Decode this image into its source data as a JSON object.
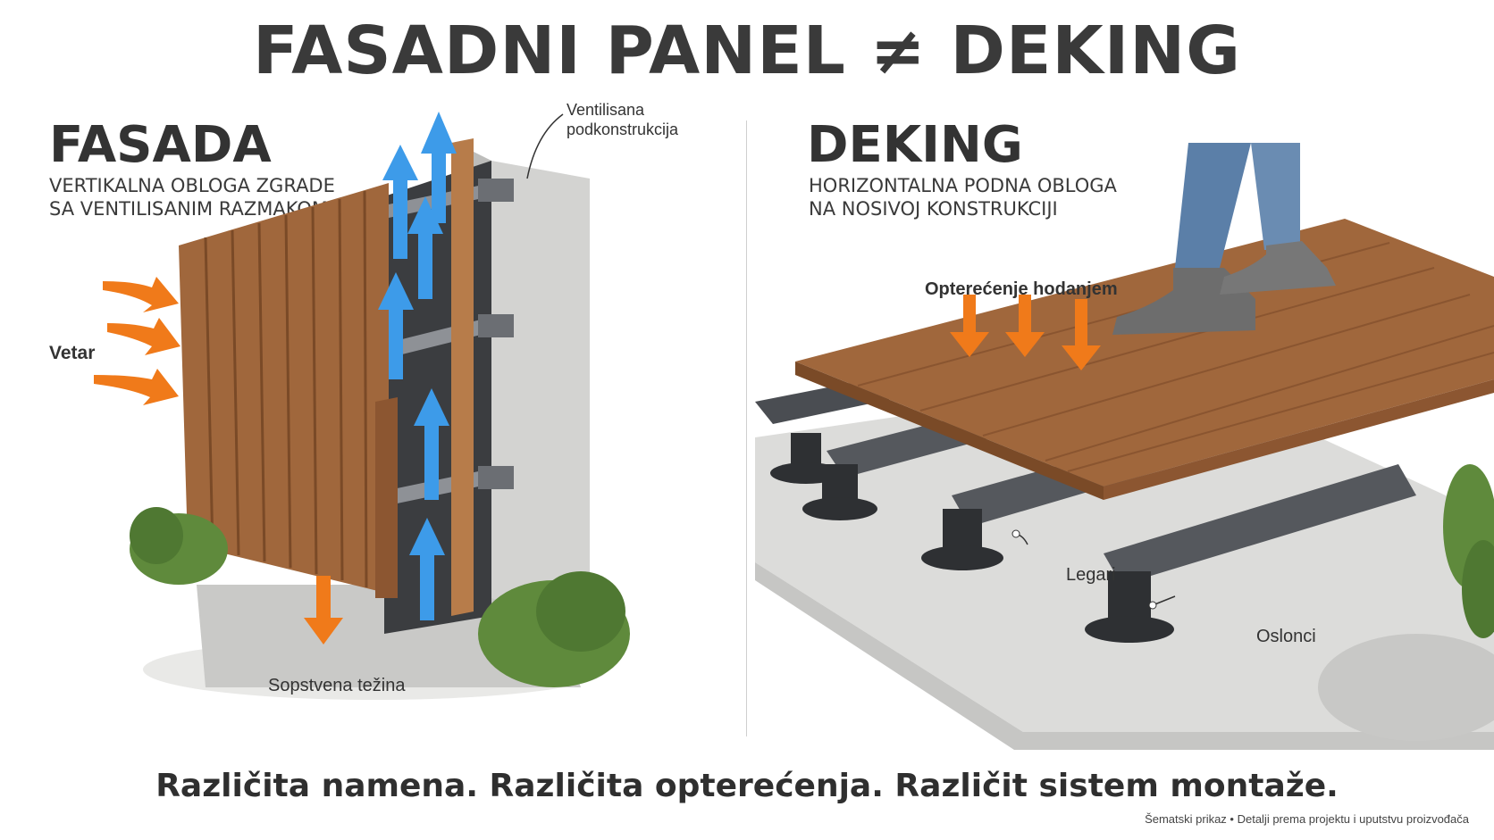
{
  "title": "FASADNI PANEL ≠ DEKING",
  "facade": {
    "heading": "FASADA",
    "subtitle_line1": "VERTIKALNA OBLOGA ZGRADE",
    "subtitle_line2": "SA VENTILISANIM RAZMAKOM",
    "label_vent_line1": "Ventilisana",
    "label_vent_line2": "podkonstrukcija",
    "label_wind": "Vetar",
    "label_weight": "Sopstvena težina"
  },
  "decking": {
    "heading": "DEKING",
    "subtitle_line1": "HORIZONTALNA PODNA OBLOGA",
    "subtitle_line2": "NA NOSIVOJ KONSTRUKCIJI",
    "label_load": "Opterećenje hodanjem",
    "label_joists": "Legari",
    "label_supports": "Oslonci"
  },
  "tagline": "Različita namena. Različita opterećenja. Različit sistem montaže.",
  "footnote": "Šematski prikaz • Detalji prema projektu i uputstvu proizvođača",
  "colors": {
    "wood": "#a0673c",
    "wood_dark": "#7a4a27",
    "arrow_orange": "#f07a1a",
    "arrow_blue": "#3d9be9",
    "concrete": "#d8d8d6",
    "metal": "#4a4d52"
  }
}
